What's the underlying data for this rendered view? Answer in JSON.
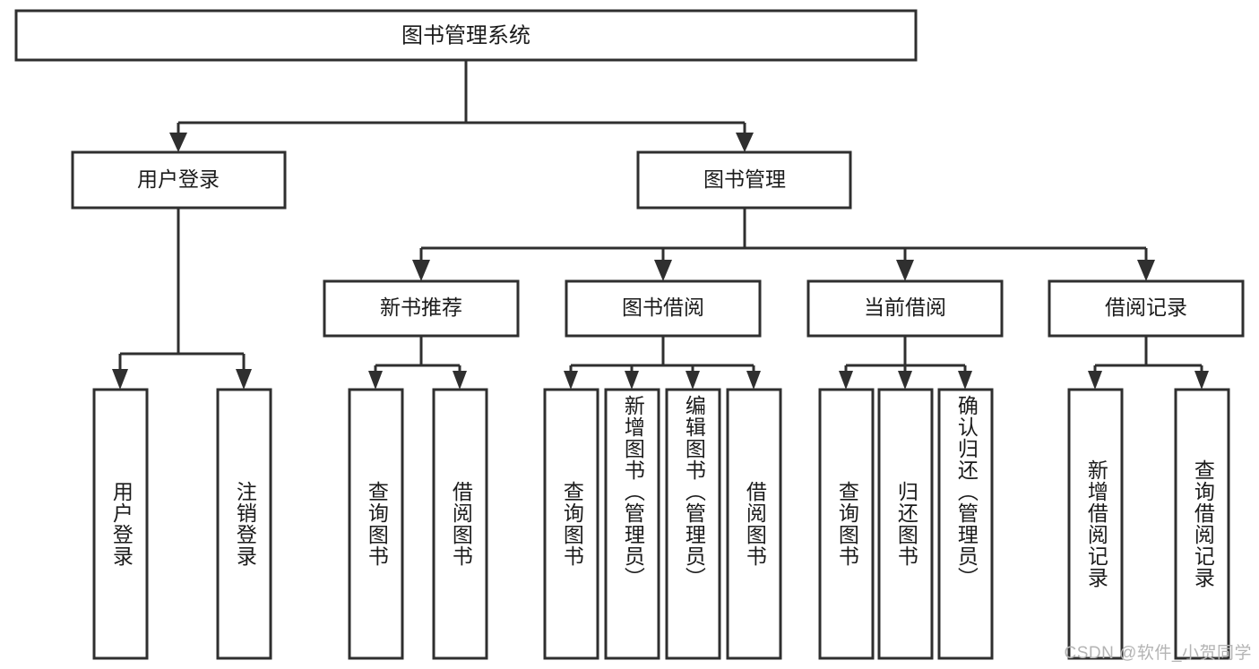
{
  "diagram": {
    "type": "tree-hierarchy",
    "root": {
      "id": "root",
      "label": "图书管理系统"
    },
    "level2": [
      {
        "id": "user-login",
        "label": "用户登录"
      },
      {
        "id": "book-management",
        "label": "图书管理"
      }
    ],
    "level3": [
      {
        "id": "new-book-recommend",
        "label": "新书推荐",
        "parent": "book-management"
      },
      {
        "id": "book-borrow",
        "label": "图书借阅",
        "parent": "book-management"
      },
      {
        "id": "current-borrow",
        "label": "当前借阅",
        "parent": "book-management"
      },
      {
        "id": "borrow-record",
        "label": "借阅记录",
        "parent": "book-management"
      }
    ],
    "leaves": [
      {
        "id": "leaf-user-login",
        "label": "用户登录",
        "parent": "user-login"
      },
      {
        "id": "leaf-logout-login",
        "label": "注销登录",
        "parent": "user-login"
      },
      {
        "id": "leaf-query-book-1",
        "label": "查询图书",
        "parent": "new-book-recommend"
      },
      {
        "id": "leaf-borrow-book-1",
        "label": "借阅图书",
        "parent": "new-book-recommend"
      },
      {
        "id": "leaf-query-book-2",
        "label": "查询图书",
        "parent": "book-borrow"
      },
      {
        "id": "leaf-add-book",
        "label": "新增图书（管理员）",
        "parent": "book-borrow"
      },
      {
        "id": "leaf-edit-book",
        "label": "编辑图书（管理员）",
        "parent": "book-borrow"
      },
      {
        "id": "leaf-borrow-book-2",
        "label": "借阅图书",
        "parent": "book-borrow"
      },
      {
        "id": "leaf-query-book-3",
        "label": "查询图书",
        "parent": "current-borrow"
      },
      {
        "id": "leaf-return-book",
        "label": "归还图书",
        "parent": "current-borrow"
      },
      {
        "id": "leaf-confirm-return",
        "label": "确认归还（管理员）",
        "parent": "current-borrow"
      },
      {
        "id": "leaf-add-record",
        "label": "新增借阅记录",
        "parent": "borrow-record"
      },
      {
        "id": "leaf-query-record",
        "label": "查询借阅记录",
        "parent": "borrow-record"
      }
    ]
  },
  "watermark": {
    "text": "CSDN @软件_小贺同学"
  },
  "colors": {
    "stroke": "#2f2f2f",
    "box_fill": "#ffffff",
    "text": "#1b1b1b",
    "watermark": "#b4b4b4",
    "background": "#ffffff"
  }
}
